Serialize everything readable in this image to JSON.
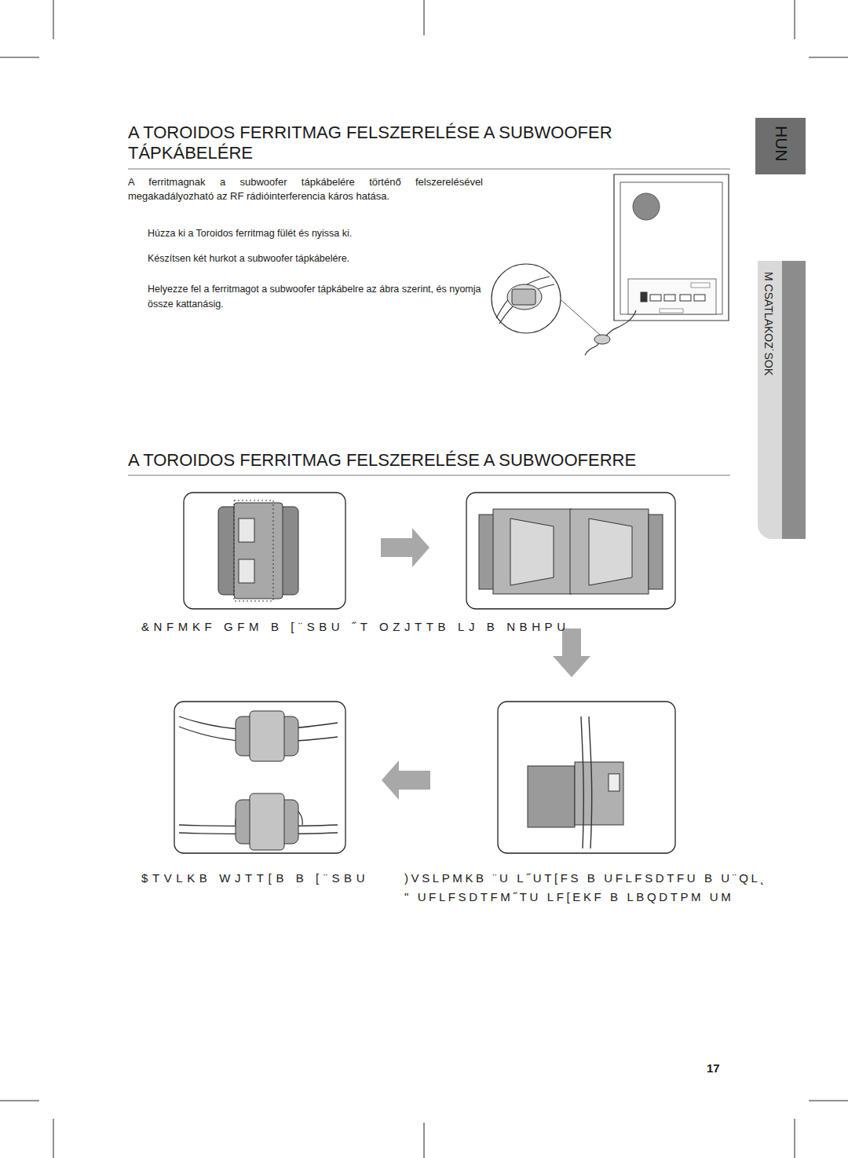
{
  "diagram": {
    "title": "A TOROIDOS FERRITMAG FELSZERELÉSE A SUBWOOFER TÁPKÁBELÉRE",
    "nodes": [
      {
        "text": [
          "HUN"
        ]
      },
      {
        "text": [
          "M CSATLAKOZ˙SOK"
        ]
      }
    ],
    "labels": [
      "A ferritmagnak a subwoofer tápkábelére történő felszerelésével megakadályozható az RF rádióinterferencia káros hatása.",
      "Húzza ki a Toroidos ferritmag fülét és nyissa ki.",
      "Készítsen két hurkot a subwoofer tápkábelére.",
      "Helyezze fel a ferritmagot a subwoofer tápkábelre az ábra szerint, és nyomja össze kattanásig.",
      "A TOROIDOS FERRITMAG FELSZERELÉSE A SUBWOOFERRE",
      "&NFMKF GFM B [¨SBU ˝T OZJTTB LJ B NBHPU",
      "$TVLKB WJTT[B B [¨SBU",
      ")VSLPMKB ¨U L˝UT[FS B UFLFSDTFU B U¨QL˛",
      "\" UFLFSDTFM˝TU LF[EKF B LBQDTPM UM",
      "17"
    ]
  }
}
